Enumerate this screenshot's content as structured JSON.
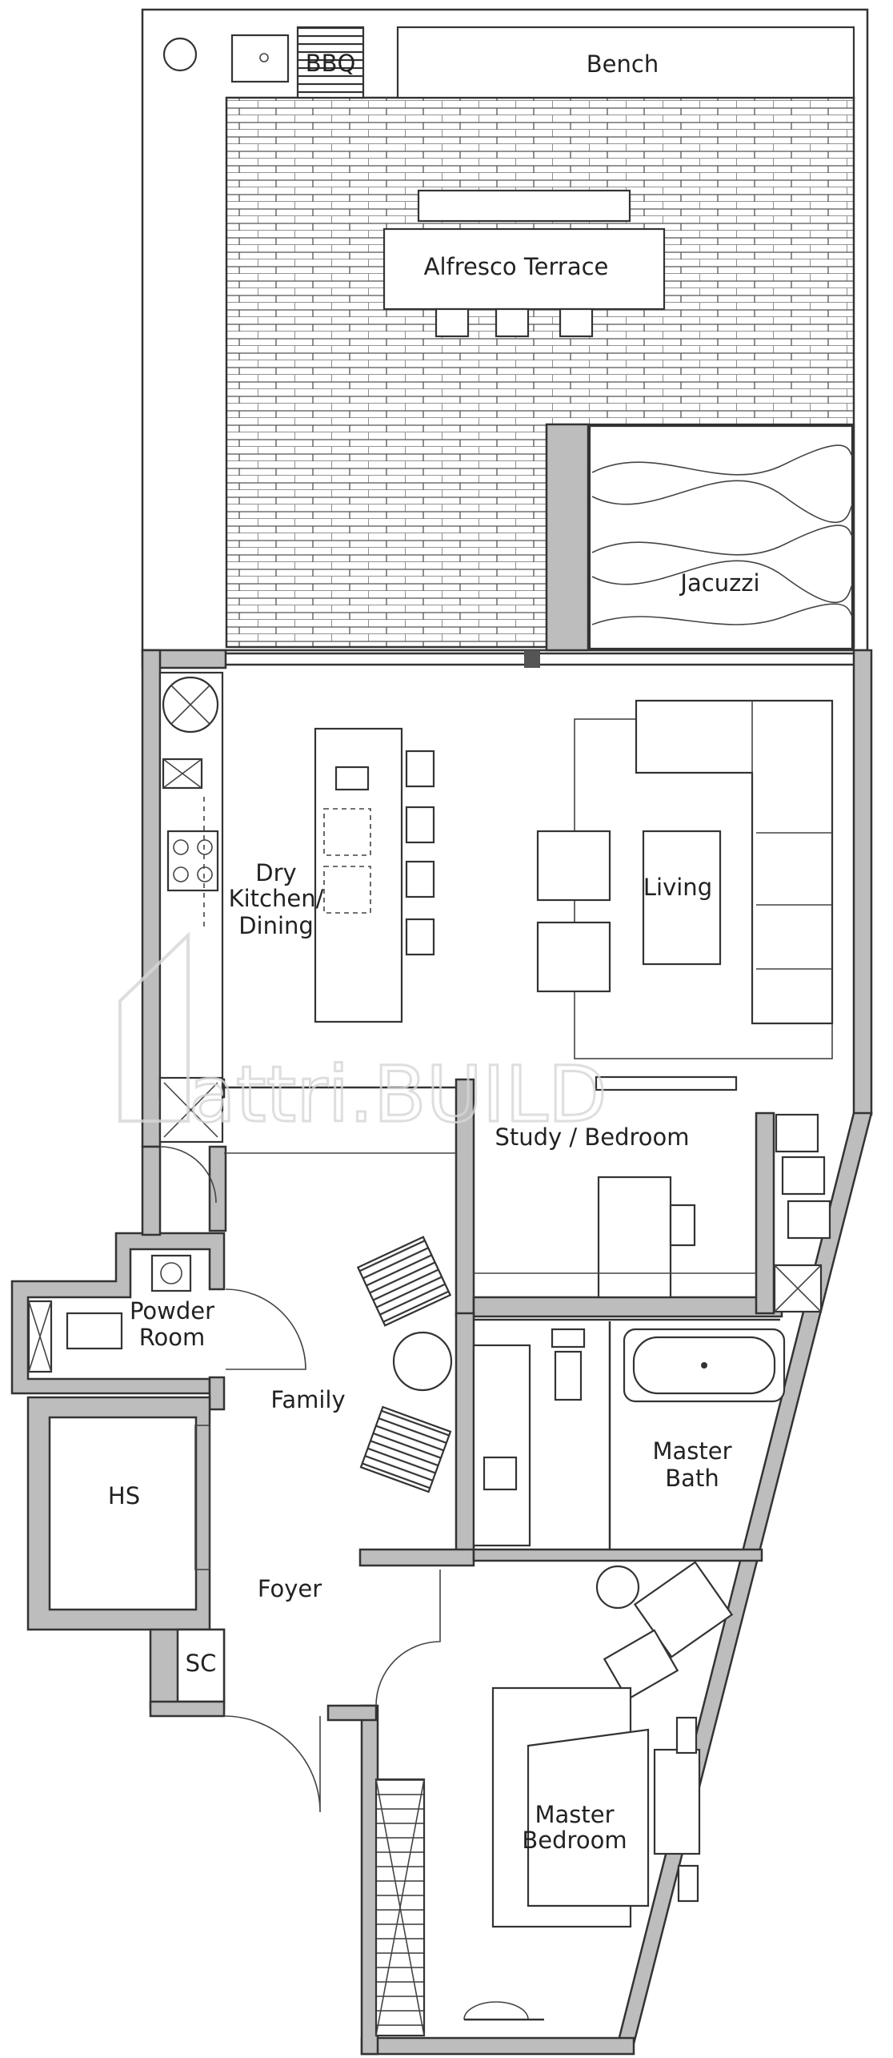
{
  "rooms": {
    "bbq": "BBQ",
    "bench": "Bench",
    "alfresco": "Alfresco Terrace",
    "jacuzzi": "Jacuzzi",
    "dry_kitchen_1": "Dry",
    "dry_kitchen_2": "Kitchen/",
    "dry_kitchen_3": "Dining",
    "living": "Living",
    "study": "Study / Bedroom",
    "powder_1": "Powder",
    "powder_2": "Room",
    "family": "Family",
    "master_bath_1": "Master",
    "master_bath_2": "Bath",
    "hs": "HS",
    "foyer": "Foyer",
    "sc": "SC",
    "master_bed_1": "Master",
    "master_bed_2": "Bedroom"
  },
  "watermark": "attri.BUILD",
  "colors": {
    "wall": "#bdbdbd",
    "line": "#333333",
    "paper": "#ffffff",
    "watermark": "#d6d6d6"
  }
}
